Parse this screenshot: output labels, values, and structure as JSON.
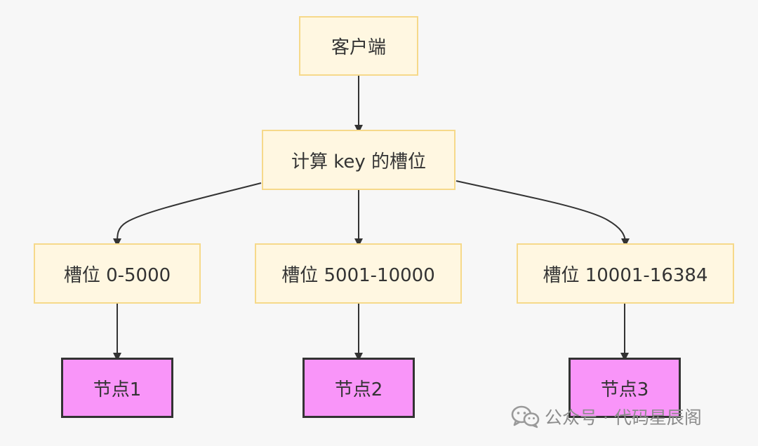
{
  "diagram": {
    "nodes": {
      "client": "客户端",
      "calc": "计算 key 的槽位",
      "slot1": "槽位 0-5000",
      "slot2": "槽位 5001-10000",
      "slot3": "槽位 10001-16384",
      "node1": "节点1",
      "node2": "节点2",
      "node3": "节点3"
    },
    "edges": [
      {
        "from": "client",
        "to": "calc"
      },
      {
        "from": "calc",
        "to": "slot1"
      },
      {
        "from": "calc",
        "to": "slot2"
      },
      {
        "from": "calc",
        "to": "slot3"
      },
      {
        "from": "slot1",
        "to": "node1"
      },
      {
        "from": "slot2",
        "to": "node2"
      },
      {
        "from": "slot3",
        "to": "node3"
      }
    ],
    "colors": {
      "step_fill": "#fff7e1",
      "step_border": "#f6d98a",
      "leaf_fill": "#f995f9",
      "leaf_border": "#333333",
      "edge": "#333333"
    }
  },
  "watermark": {
    "icon": "wechat-icon",
    "text": "公众号 · 代码星辰阁"
  }
}
